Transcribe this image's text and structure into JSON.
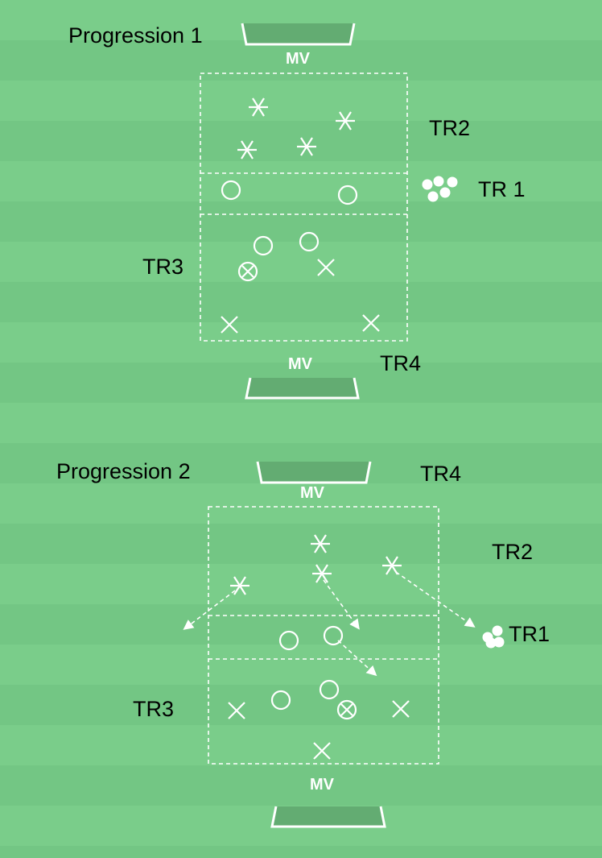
{
  "colors": {
    "grass_light": "#7acd8a",
    "grass_dark": "#73c684",
    "lines": "#ffffff",
    "goal_fill": "#63ac72",
    "text": "#000000"
  },
  "progression1": {
    "title": "Progression 1",
    "mv_top": "MV",
    "mv_bottom": "MV",
    "tr1": "TR 1",
    "tr2": "TR2",
    "tr3": "TR3",
    "tr4": "TR4"
  },
  "progression2": {
    "title": "Progression 2",
    "mv_top": "MV",
    "mv_bottom": "MV",
    "tr1": "TR1",
    "tr2": "TR2",
    "tr3": "TR3",
    "tr4": "TR4"
  },
  "icons": {
    "star_player": "asterisk-player-icon",
    "circle_player": "circle-player-icon",
    "cross_player": "cross-player-icon",
    "ball_player": "ball-player-icon",
    "ball_cluster": "ball-cluster-icon",
    "pass_arrow": "dashed-arrow-icon",
    "goal": "goal-icon"
  }
}
